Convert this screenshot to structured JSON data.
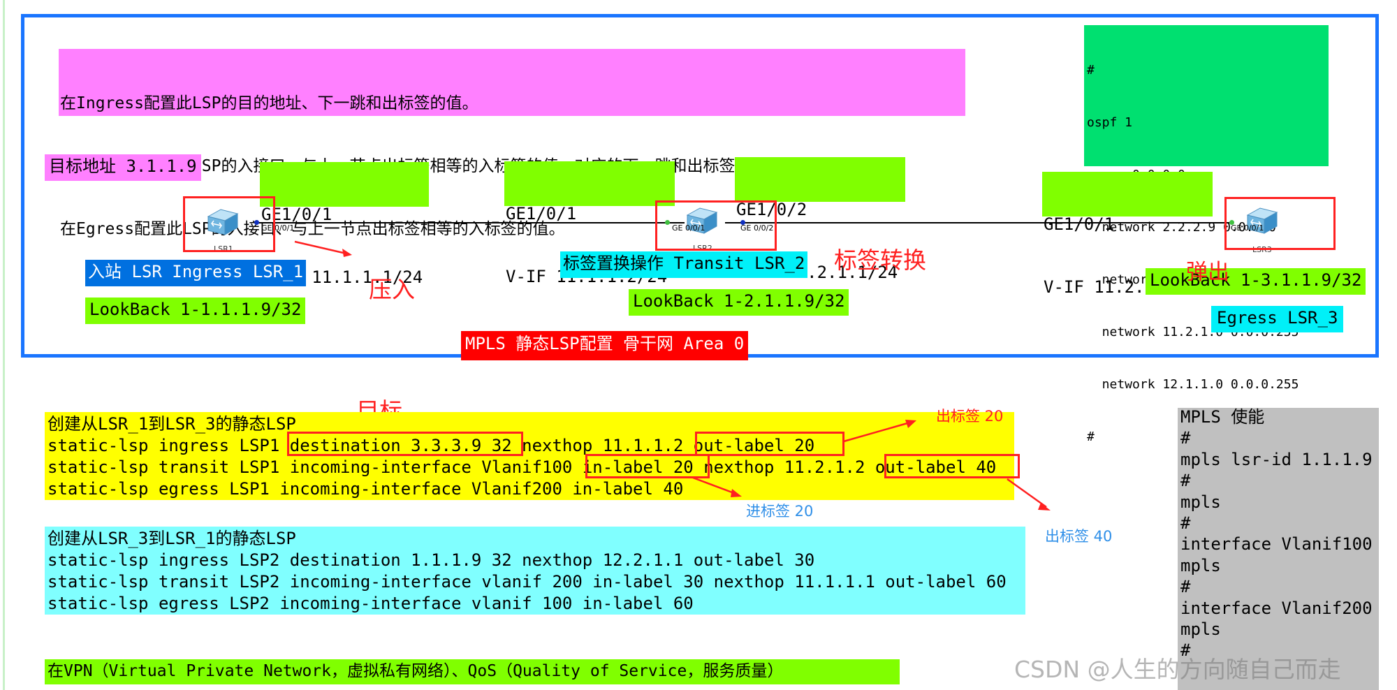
{
  "top_note": {
    "lines": [
      "在Ingress配置此LSP的目的地址、下一跳和出标签的值。",
      "在Transit配置此LSP的入接口、与上一节点出标签相等的入标签的值、对应的下一跳和出标签的值。",
      "在Egress配置此LSP的入接口、与上一节点出标签相等的入标签的值。"
    ]
  },
  "ospf_box": {
    "lines": [
      "#",
      "ospf 1",
      " area 0.0.0.0",
      "  network 2.2.2.9 0.0.0.0",
      "  network 11.1.1.0 0.0.0.255",
      "  network 11.2.1.0 0.0.0.255",
      "  network 12.1.1.0 0.0.0.255",
      "#"
    ]
  },
  "target_address": "目标地址 3.1.1.9",
  "lsr1": {
    "iface": [
      "GE1/0/1",
      "V-IF 11.1.1.1/24"
    ],
    "port": "GE 0/0/1",
    "name": "LSR1",
    "role": "入站 LSR Ingress LSR_1",
    "loopback": "LookBack 1-1.1.1.9/32",
    "action": "压入"
  },
  "lsr2": {
    "iface_left": [
      "GE1/0/1",
      "V-IF 11.1.1.2/24"
    ],
    "iface_right": [
      "GE1/0/2",
      "V-IF 11.2.1.1/24"
    ],
    "port_left": "GE 0/0/1",
    "port_right": "GE 0/0/2",
    "name": "LSR2",
    "role": "标签置换操作 Transit LSR_2",
    "loopback": "LookBack 1-2.1.1.9/32",
    "action": "标签转换"
  },
  "lsr3": {
    "iface": [
      "GE1/0/1",
      "V-IF 11.2.1.2/24"
    ],
    "port": "GE 0/0/1",
    "name": "LSR3",
    "role": "Egress LSR_3",
    "loopback": "LookBack 1-3.1.1.9/32",
    "action": "弹出"
  },
  "diagram_title": "MPLS 静态LSP配置 骨干网 Area 0",
  "annotations": {
    "target": "目标",
    "out_label_20": "出标签 20",
    "in_label_20": "进标签 20",
    "out_label_40": "出标签 40"
  },
  "lsp1": {
    "title": "创建从LSR_1到LSR_3的静态LSP",
    "ingress": {
      "p1": "static-lsp ingress LSP1 ",
      "dest": "destination 3.3.3.9 32",
      "p2": " nexthop 11.1.1.2 ",
      "out": "out-label 20"
    },
    "transit": {
      "p1": "static-lsp transit LSP1 incoming-interface Vlanif100 ",
      "in": "in-label 20",
      "p2": " nexthop 11.2.1.2 ",
      "out": "out-label 40"
    },
    "egress": "static-lsp egress LSP1 incoming-interface Vlanif200 in-label 40"
  },
  "lsp2": {
    "title": "创建从LSR_3到LSR_1的静态LSP",
    "lines": [
      "static-lsp ingress LSP2 destination 1.1.1.9 32 nexthop 12.2.1.1 out-label 30",
      "static-lsp transit LSP2 incoming-interface vlanif 200 in-label 30 nexthop 11.1.1.1 out-label 60",
      "static-lsp egress LSP2 incoming-interface vlanif 100 in-label 60"
    ]
  },
  "mpls_box": {
    "lines": [
      "MPLS 使能",
      "#",
      "mpls lsr-id 1.1.1.9",
      "#",
      "mpls",
      "#",
      "interface Vlanif100",
      "mpls",
      "#",
      "interface Vlanif200",
      "mpls",
      "#"
    ]
  },
  "vpn_note": "在VPN（Virtual Private Network，虚拟私有网络）、QoS（Quality of Service，服务质量）",
  "watermark": "CSDN @人生的方向随自己而走"
}
